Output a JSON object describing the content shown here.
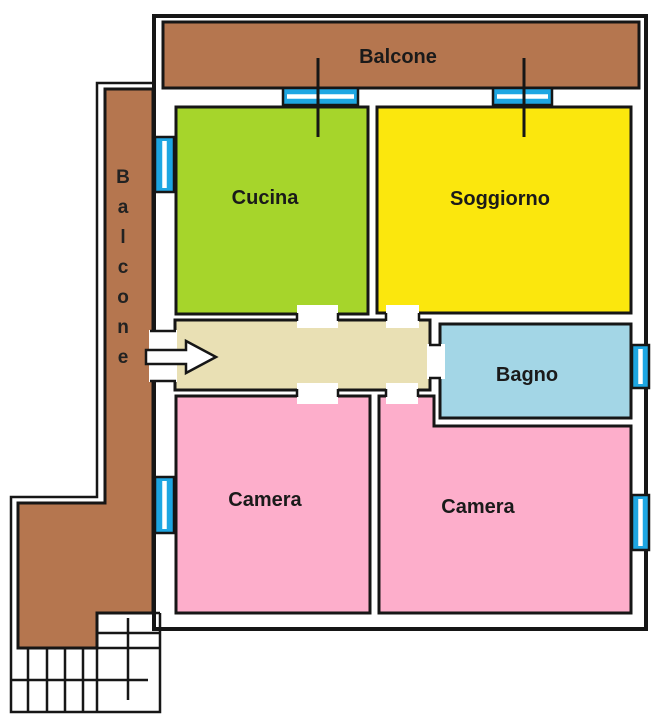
{
  "floor_plan": {
    "balcony_top": {
      "label": "Balcone"
    },
    "balcony_left": {
      "label": "Balcone"
    },
    "kitchen": {
      "label": "Cucina"
    },
    "living_room": {
      "label": "Soggiorno"
    },
    "bathroom": {
      "label": "Bagno"
    },
    "bedroom_left": {
      "label": "Camera"
    },
    "bedroom_right": {
      "label": "Camera"
    }
  },
  "colors": {
    "wall": "#161616",
    "balcony": "#b5764f",
    "kitchen": "#a6d52b",
    "living_room": "#fbe70d",
    "bathroom": "#a3d6e6",
    "bedroom": "#fdaecb",
    "hallway": "#e9e0b4",
    "window_blue": "#1ea6e2",
    "window_stripe": "#ffffff",
    "interior_white": "#ffffff"
  },
  "icons": {
    "entrance_arrow": "arrow-right",
    "stairs": "stairs",
    "window": "window",
    "balcony_door_axis": "door-axis-line"
  }
}
